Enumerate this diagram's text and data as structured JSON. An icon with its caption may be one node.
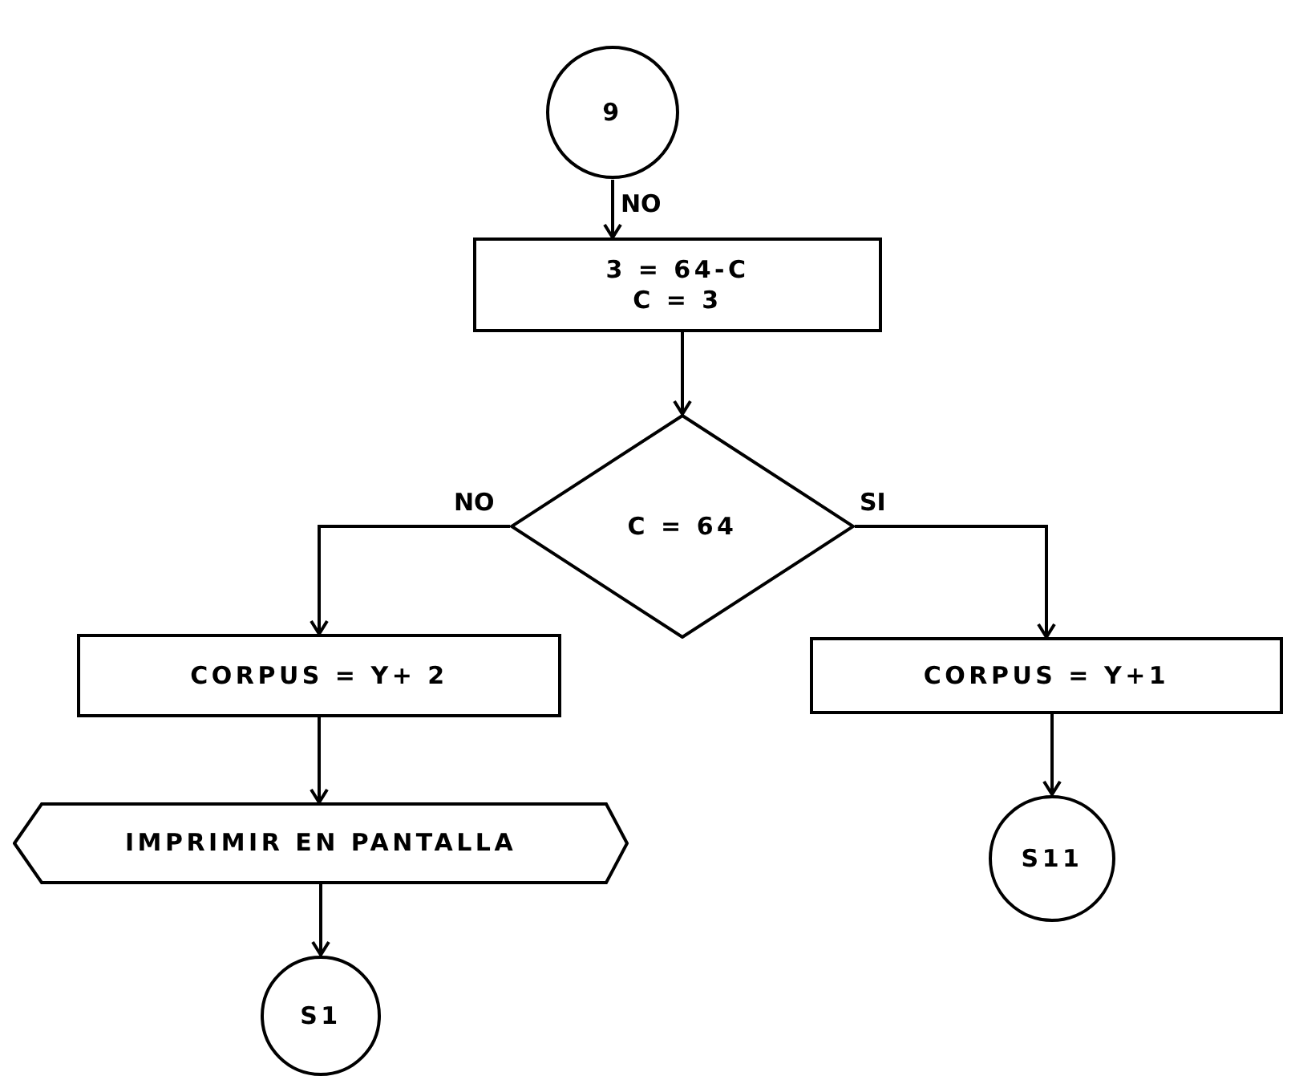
{
  "diagram": {
    "nodes": [
      {
        "text": [
          "9"
        ]
      },
      {
        "text": [
          "3 = 64-C",
          "C = 3"
        ]
      },
      {
        "text": [
          "C = 64"
        ]
      },
      {
        "text": [
          "CORPUS = Y+ 2"
        ]
      },
      {
        "text": [
          "IMPRIMIR EN PANTALLA"
        ]
      },
      {
        "text": [
          "S1"
        ]
      },
      {
        "text": [
          "CORPUS = Y+1"
        ]
      },
      {
        "text": [
          "S11"
        ]
      }
    ],
    "edges": [
      {
        "from": 0,
        "to": 1,
        "arrow": "to",
        "label": "NO"
      },
      {
        "from": 1,
        "to": 2,
        "arrow": "to"
      },
      {
        "from": 2,
        "to": 3,
        "arrow": "to",
        "label": "NO"
      },
      {
        "from": 2,
        "to": 6,
        "arrow": "to",
        "label": "SI"
      },
      {
        "from": 3,
        "to": 4,
        "arrow": "to"
      },
      {
        "from": 4,
        "to": 5,
        "arrow": "to"
      },
      {
        "from": 6,
        "to": 7,
        "arrow": "to"
      }
    ]
  }
}
